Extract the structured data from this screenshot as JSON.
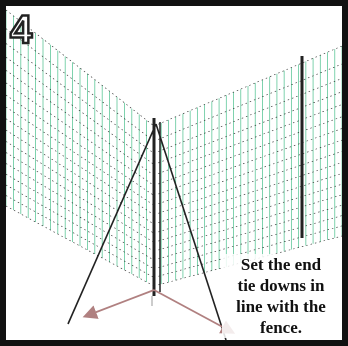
{
  "step": {
    "number": "4"
  },
  "caption": {
    "line1": "Set the end",
    "line2": "tie downs in",
    "line3": "line with the",
    "line4": "fence."
  },
  "colors": {
    "border": "#111111",
    "mesh_vertical": "#5fc79a",
    "mesh_horizontal": "#222222",
    "post": "#222222",
    "guide_arrow": "#b08080"
  },
  "icons": {
    "step_badge": "outlined-number-4"
  }
}
